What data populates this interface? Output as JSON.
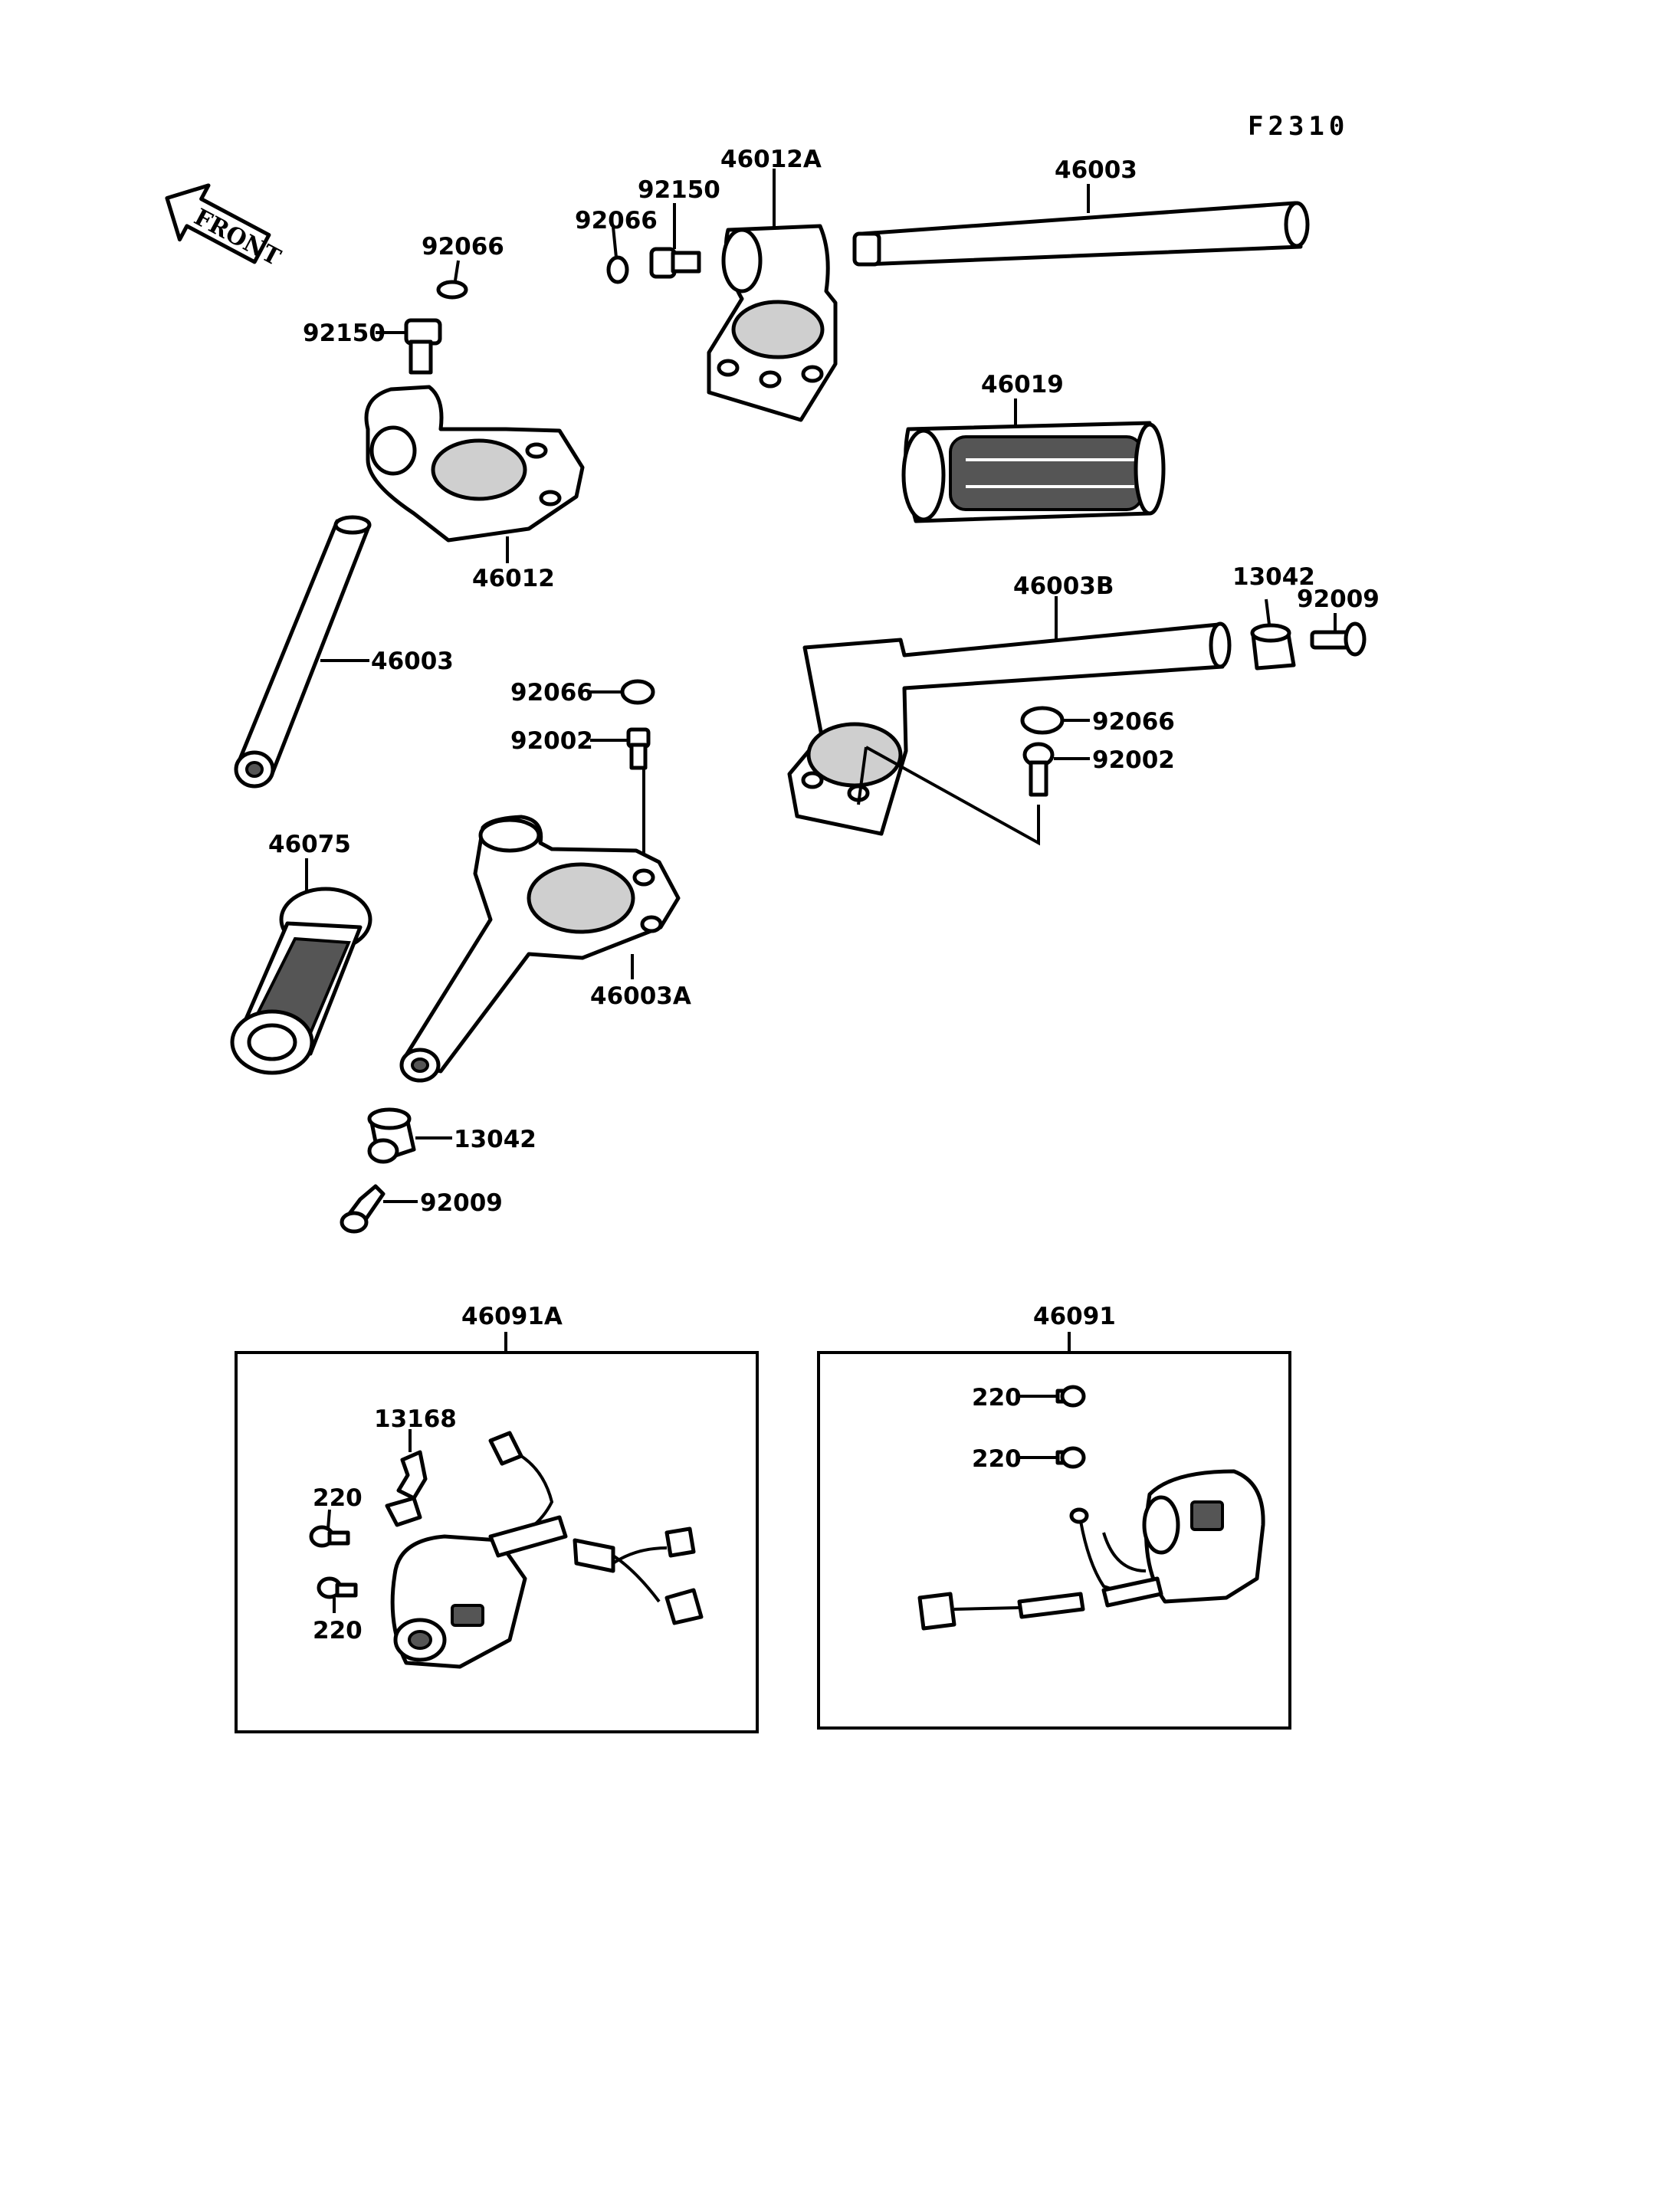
{
  "figure_code": "F2310",
  "front_label": "FRONT",
  "labels": {
    "p92066_a": "92066",
    "p92150_a": "92150",
    "p46012": "46012",
    "p46003_a": "46003",
    "p92066_b": "92066",
    "p92150_b": "92150",
    "p46012A": "46012A",
    "p46003_b": "46003",
    "p46019": "46019",
    "p46003B": "46003B",
    "p13042_a": "13042",
    "p92009_a": "92009",
    "p92066_c": "92066",
    "p92002_a": "92002",
    "p92066_d": "92066",
    "p92002_b": "92002",
    "p46075": "46075",
    "p46003A": "46003A",
    "p13042_b": "13042",
    "p92009_b": "92009",
    "p46091A": "46091A",
    "p13168": "13168",
    "p220_a": "220",
    "p220_b": "220",
    "p46091": "46091",
    "p220_c": "220",
    "p220_d": "220"
  }
}
